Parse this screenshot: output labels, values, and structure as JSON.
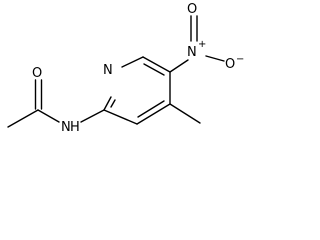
{
  "molecule": {
    "atoms": {
      "pyridine_n": "N",
      "amide_o": "O",
      "amide_nh": "N",
      "amide_h": "H",
      "nitro_n": "N",
      "nitro_n_charge": "+",
      "nitro_o_top": "O",
      "nitro_o_right": "O",
      "nitro_o_charge": "−"
    }
  }
}
